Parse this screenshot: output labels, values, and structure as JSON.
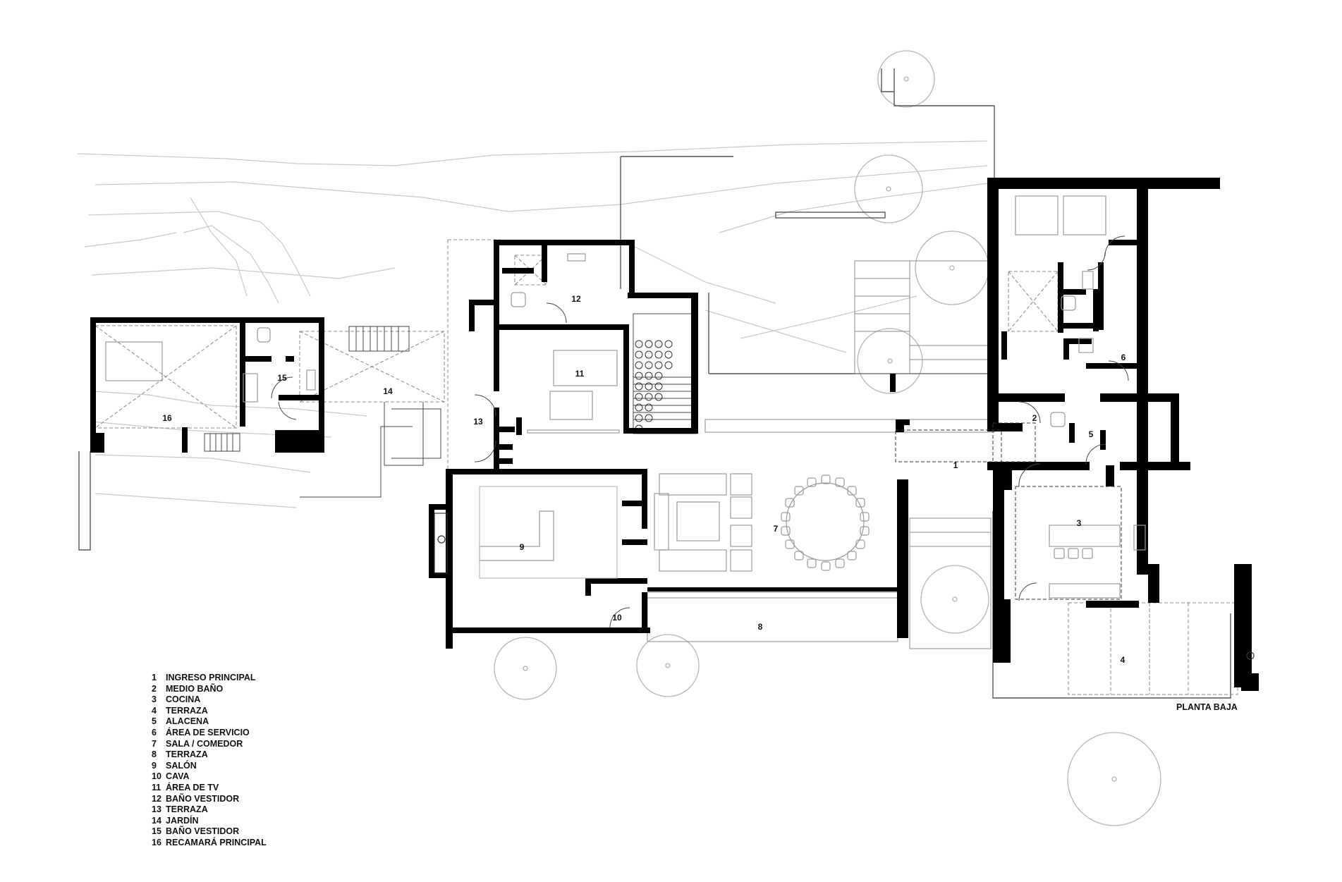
{
  "drawing_title": "PLANTA BAJA",
  "legend": [
    {
      "num": "1",
      "label": "INGRESO PRINCIPAL"
    },
    {
      "num": "2",
      "label": "MEDIO BAÑO"
    },
    {
      "num": "3",
      "label": "COCINA"
    },
    {
      "num": "4",
      "label": "TERRAZA"
    },
    {
      "num": "5",
      "label": "ALACENA"
    },
    {
      "num": "6",
      "label": "ÁREA DE SERVICIO"
    },
    {
      "num": "7",
      "label": "SALA  / COMEDOR"
    },
    {
      "num": "8",
      "label": "TERRAZA"
    },
    {
      "num": "9",
      "label": "SALÓN"
    },
    {
      "num": "10",
      "label": "CAVA"
    },
    {
      "num": "11",
      "label": "ÁREA DE TV"
    },
    {
      "num": "12",
      "label": "BAÑO VESTIDOR"
    },
    {
      "num": "13",
      "label": "TERRAZA"
    },
    {
      "num": "14",
      "label": "JARDÍN"
    },
    {
      "num": "15",
      "label": "BAÑO VESTIDOR"
    },
    {
      "num": "16",
      "label": "RECAMARÁ PRINCIPAL"
    }
  ],
  "room_numbers": {
    "r1": "1",
    "r2": "2",
    "r3": "3",
    "r4": "4",
    "r5": "5",
    "r6": "6",
    "r7": "7",
    "r8": "8",
    "r9": "9",
    "r10": "10",
    "r11": "11",
    "r12": "12",
    "r13": "13",
    "r14": "14",
    "r15": "15",
    "r16": "16"
  }
}
